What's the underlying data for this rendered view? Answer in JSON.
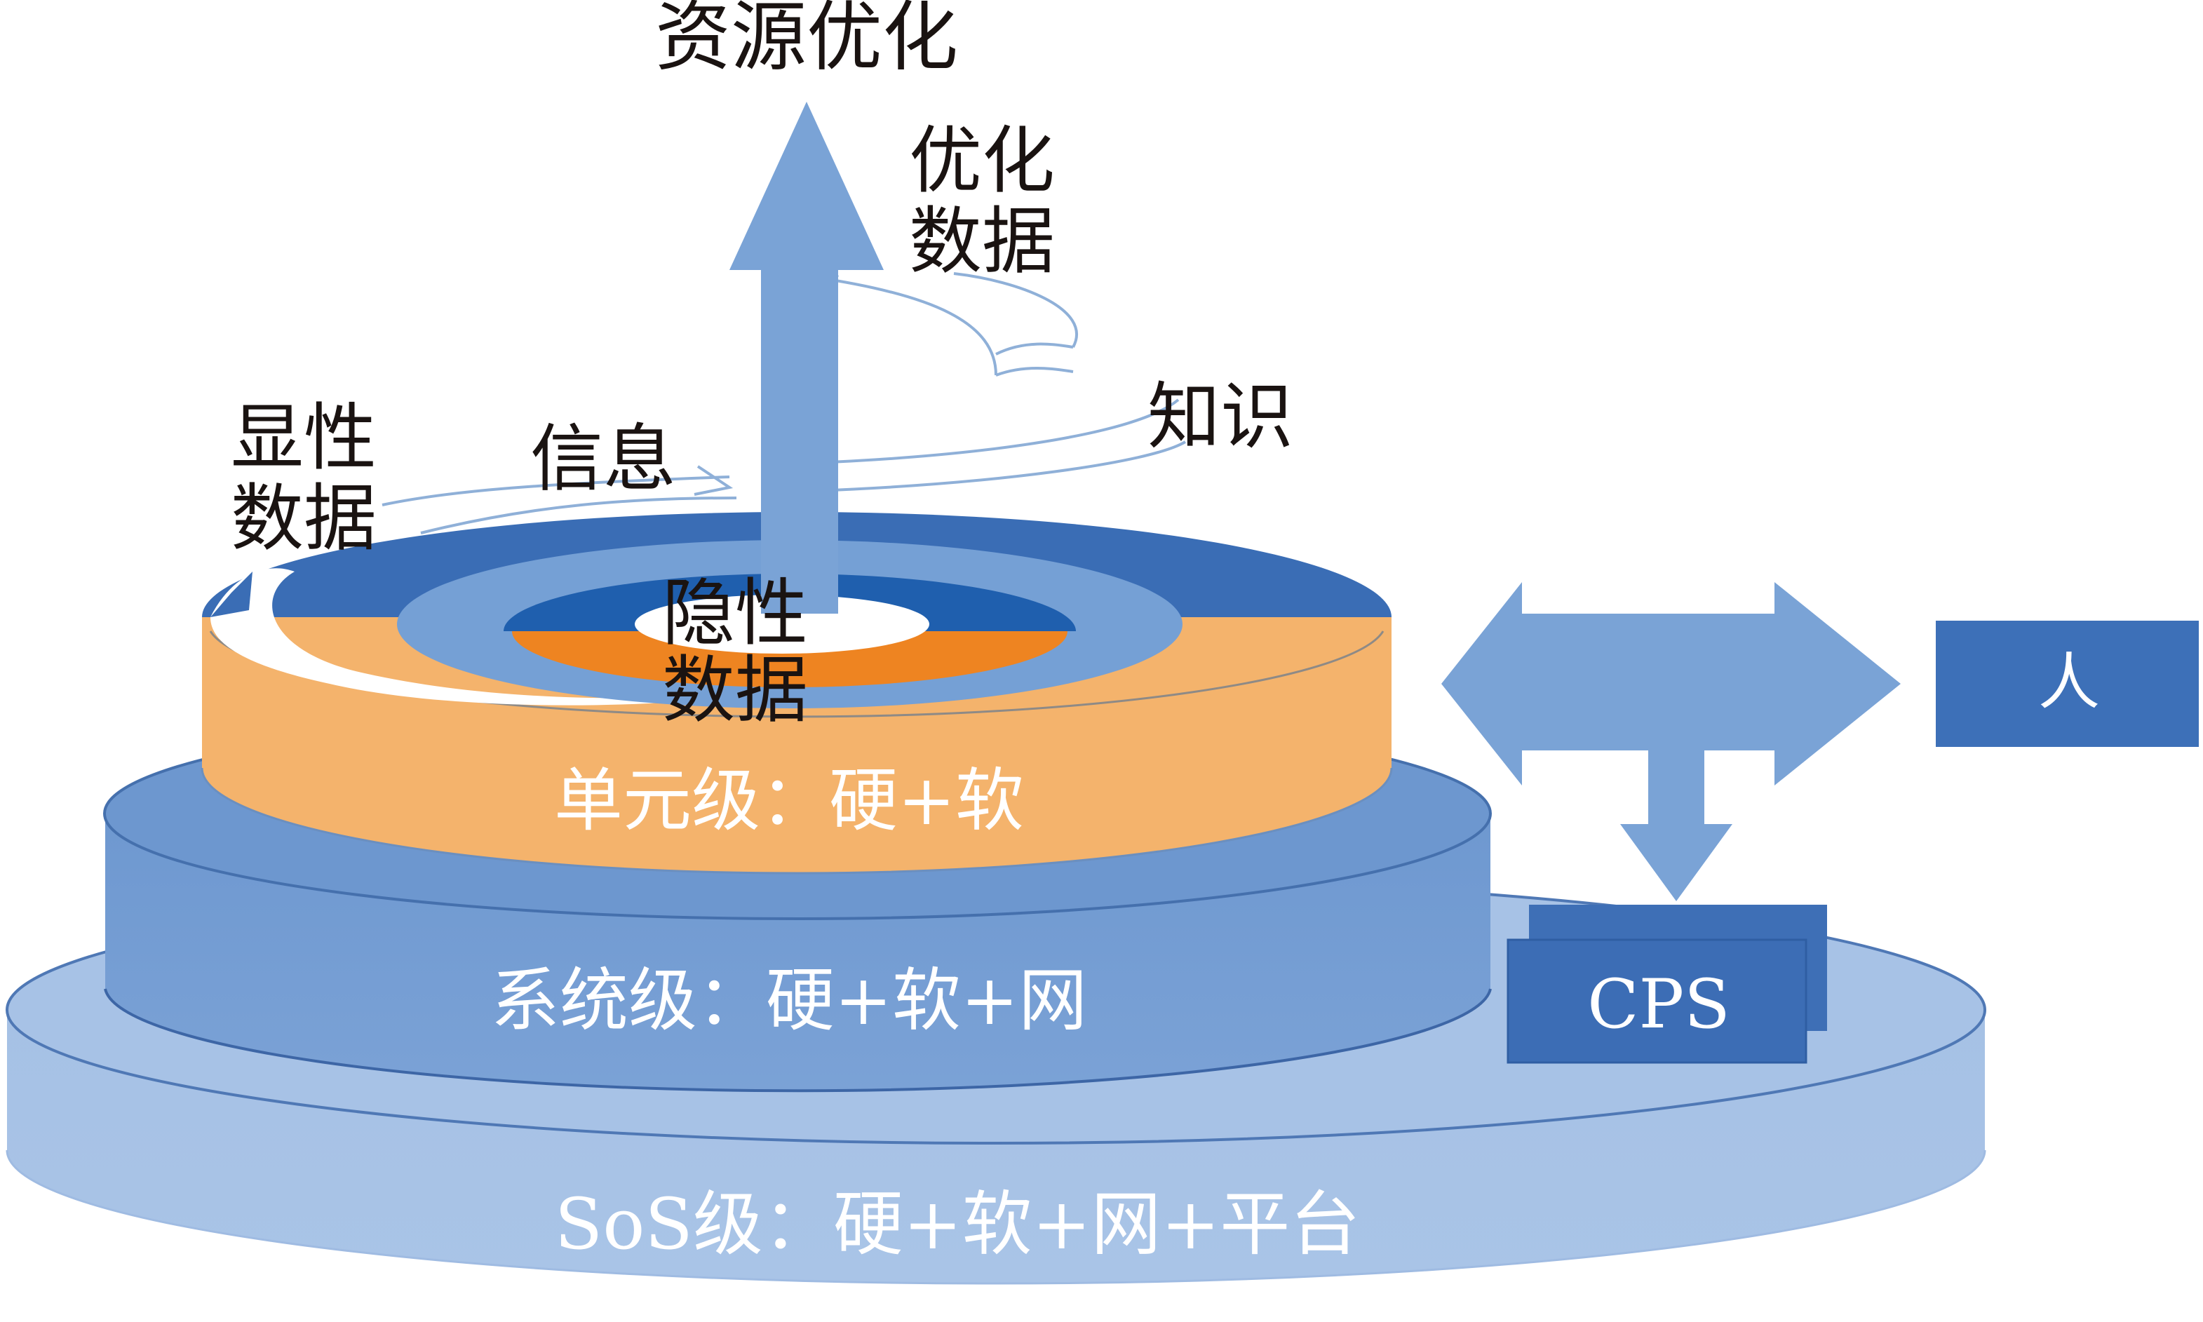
{
  "title": "资源优化",
  "arrow_labels": {
    "optimize_data": [
      "优化",
      "数据"
    ],
    "knowledge": "知识",
    "information": "信息",
    "explicit_data": [
      "显性",
      "数据"
    ],
    "implicit_data": [
      "隐性",
      "数据"
    ]
  },
  "layers": [
    {
      "name": "unit",
      "label": "单元级：硬+软"
    },
    {
      "name": "system",
      "label": "系统级：硬+软+网"
    },
    {
      "name": "sos",
      "label": "SoS级：硬+软+网+平台"
    }
  ],
  "side": {
    "human_label": "人",
    "cps_label": "CPS"
  },
  "colors": {
    "arrow": "#7aa3d6",
    "dark_blue": "#3a6db5",
    "mid_blue": "#6d98d0",
    "orange_side": "#f4b26a",
    "orange_core": "#ee8421",
    "sos_blue": "#a9c3e6",
    "system_blue": "#7aa0d4",
    "box_blue": "#3d70b8"
  }
}
